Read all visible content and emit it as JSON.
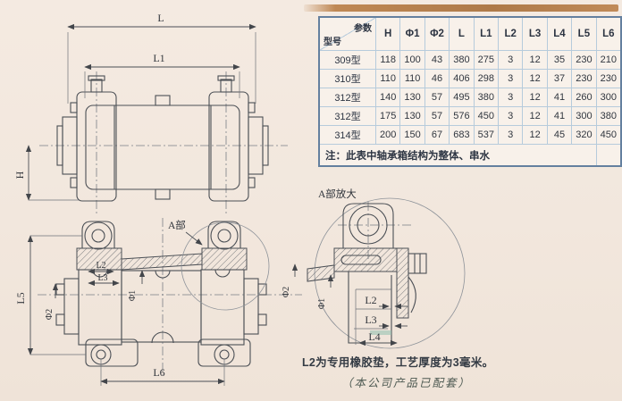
{
  "table": {
    "corner": {
      "top_right": "参数",
      "bottom_left": "型号"
    },
    "columns": [
      "H",
      "Φ1",
      "Φ2",
      "L",
      "L1",
      "L2",
      "L3",
      "L4",
      "L5",
      "L6"
    ],
    "rows": [
      {
        "model": "309型",
        "values": [
          "118",
          "100",
          "43",
          "380",
          "275",
          "3",
          "12",
          "35",
          "230",
          "210"
        ]
      },
      {
        "model": "310型",
        "values": [
          "110",
          "110",
          "46",
          "406",
          "298",
          "3",
          "12",
          "37",
          "230",
          "230"
        ]
      },
      {
        "model": "312型",
        "values": [
          "140",
          "130",
          "57",
          "495",
          "380",
          "3",
          "12",
          "41",
          "260",
          "300"
        ]
      },
      {
        "model": "312型",
        "values": [
          "175",
          "130",
          "57",
          "576",
          "450",
          "3",
          "12",
          "41",
          "300",
          "380"
        ]
      },
      {
        "model": "314型",
        "values": [
          "200",
          "150",
          "67",
          "683",
          "537",
          "3",
          "12",
          "45",
          "320",
          "450"
        ]
      }
    ],
    "note": "注：此表中轴承箱结构为整体、串水"
  },
  "drawings": {
    "top_view": {
      "dim_L": "L",
      "dim_L1": "L1",
      "dim_H": "H"
    },
    "section_view": {
      "dim_L5": "L5",
      "dim_L6": "L6",
      "dim_L2": "L2",
      "dim_L3": "L3",
      "dim_phi1": "Φ1",
      "dim_phi2_left": "Φ2",
      "dim_phi2_right": "Φ2",
      "detail_callout": "A部"
    },
    "detail_view": {
      "title": "A部放大",
      "dim_L2": "L2",
      "dim_L3": "L3",
      "dim_L4": "L4",
      "dim_phi1": "Φ1"
    }
  },
  "footnotes": {
    "rubber_pad_note": "L2为专用橡胶垫，工艺厚度为3毫米。",
    "company_note": "（本公司产品已配套）"
  },
  "colors": {
    "table_border": "#64809f",
    "table_grid": "#b6cbdc",
    "line_color": "#4b4f55",
    "strip_color": "#bf8854",
    "page_bg": "#f2e7dd"
  }
}
